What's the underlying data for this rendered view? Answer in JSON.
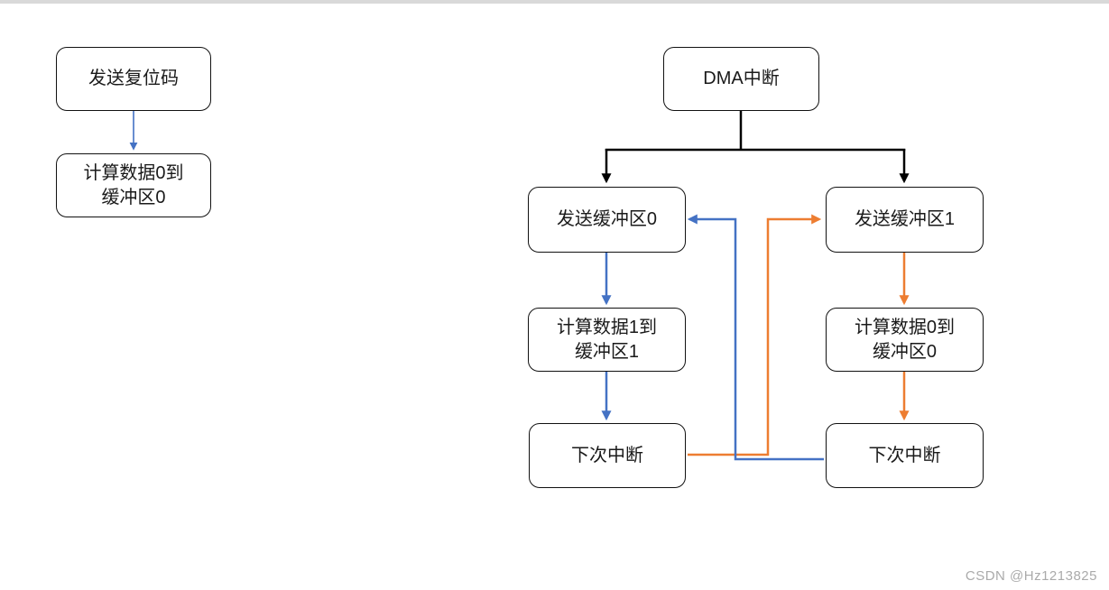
{
  "colors": {
    "blue": "#4472C4",
    "orange": "#ED7D31",
    "black": "#000000",
    "top_bar": "#d9d9d9",
    "watermark_gray": "#aaaaaa"
  },
  "watermark": {
    "text": "CSDN @Hz1213825"
  },
  "diagram": {
    "nodes": {
      "send_reset": {
        "label": "发送复位码"
      },
      "calc0_left": {
        "label": "计算数据0到\n缓冲区0"
      },
      "dma": {
        "label": "DMA中断"
      },
      "send_buf0": {
        "label": "发送缓冲区0"
      },
      "send_buf1": {
        "label": "发送缓冲区1"
      },
      "calc1_buf1": {
        "label": "计算数据1到\n缓冲区1"
      },
      "calc0_buf0": {
        "label": "计算数据0到\n缓冲区0"
      },
      "next_left": {
        "label": "下次中断"
      },
      "next_right": {
        "label": "下次中断"
      }
    },
    "edges": [
      {
        "from": "send_reset",
        "to": "calc0_left",
        "color": "blue"
      },
      {
        "from": "dma",
        "to": "send_buf0",
        "color": "black"
      },
      {
        "from": "dma",
        "to": "send_buf1",
        "color": "black"
      },
      {
        "from": "send_buf0",
        "to": "calc1_buf1",
        "color": "blue"
      },
      {
        "from": "calc1_buf1",
        "to": "next_left",
        "color": "blue"
      },
      {
        "from": "next_right",
        "to": "send_buf0",
        "color": "blue"
      },
      {
        "from": "send_buf1",
        "to": "calc0_buf0",
        "color": "orange"
      },
      {
        "from": "calc0_buf0",
        "to": "next_right",
        "color": "orange"
      },
      {
        "from": "next_left",
        "to": "send_buf1",
        "color": "orange"
      }
    ]
  }
}
